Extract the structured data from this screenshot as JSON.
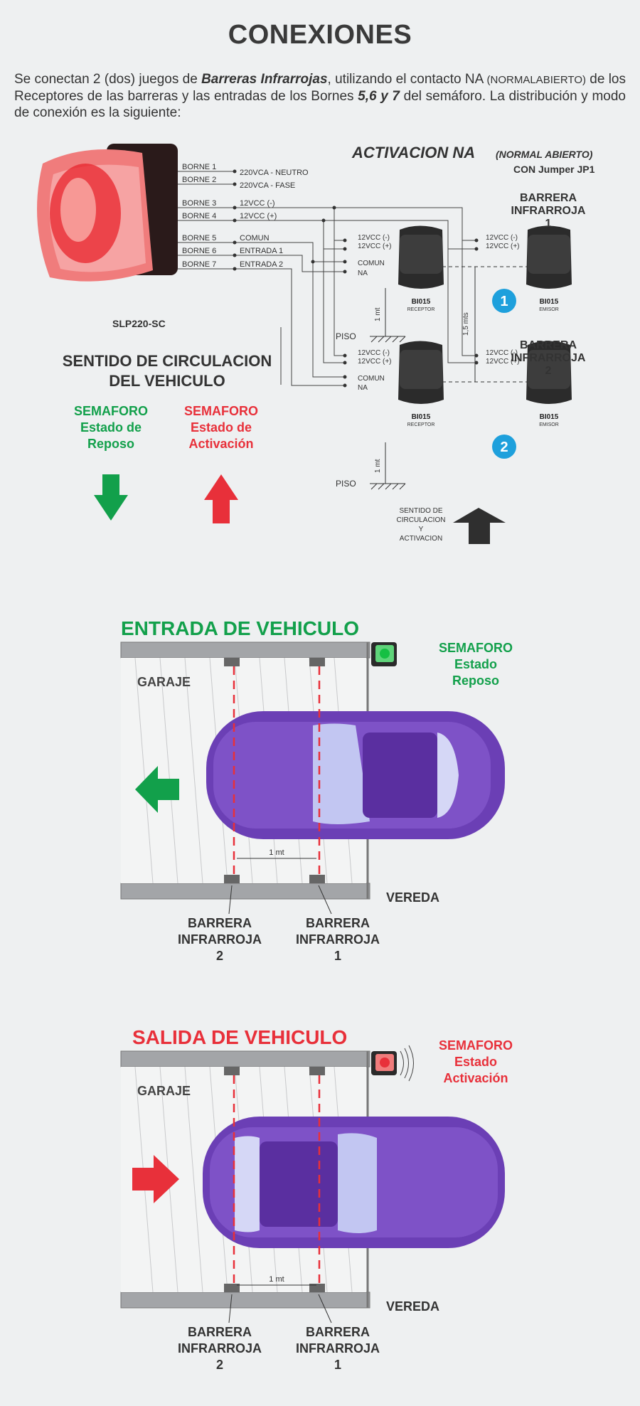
{
  "title": "CONEXIONES",
  "intro": {
    "p1": "Se conectan 2 (dos) juegos de ",
    "em1": "Barreras Infrarrojas",
    "p2": ", utilizando el contacto NA ",
    "small": "(NORMALABIERTO)",
    "p3": " de los Receptores de las barreras y las entradas de los Bornes ",
    "em2": "5,6 y 7",
    "p4": " del semáforo. La distribución y modo de conexión es la siguiente:"
  },
  "wiring": {
    "device_label": "SLP220-SC",
    "activation_title": "ACTIVACION NA",
    "activation_sub": "(NORMAL ABIERTO)",
    "jumper": "CON Jumper JP1",
    "bornes": [
      {
        "label": "BORNE 1",
        "signal": "220VCA - NEUTRO"
      },
      {
        "label": "BORNE 2",
        "signal": "220VCA - FASE"
      },
      {
        "label": "BORNE 3",
        "signal": "12VCC (-)"
      },
      {
        "label": "BORNE 4",
        "signal": "12VCC (+)"
      },
      {
        "label": "BORNE 5",
        "signal": "COMUN"
      },
      {
        "label": "BORNE 6",
        "signal": "ENTRADA 1"
      },
      {
        "label": "BORNE 7",
        "signal": "ENTRADA 2"
      }
    ],
    "terminal_neg": "12VCC (-)",
    "terminal_pos": "12VCC (+)",
    "terminal_com": "COMUN",
    "terminal_na": "NA",
    "barrier1_line1": "BARRERA",
    "barrier1_line2": "INFRARROJA",
    "barrier1_num": "1",
    "barrier2_line1": "BARRERA",
    "barrier2_line2": "INFRARROJA",
    "barrier2_num": "2",
    "model": "BI015",
    "receptor": "RECEPTOR",
    "emisor": "EMISOR",
    "badge1": "1",
    "badge2": "2",
    "height_label": "1 mt",
    "spacing_label": "1,5 mts",
    "floor": "PISO",
    "direction_line1": "SENTIDO DE",
    "direction_line2": "CIRCULACION",
    "direction_line3": "Y",
    "direction_line4": "ACTIVACION"
  },
  "sentido": {
    "title_line1": "SENTIDO DE CIRCULACION",
    "title_line2": "DEL VEHICULO",
    "rest_line1": "SEMAFORO",
    "rest_line2": "Estado de",
    "rest_line3": "Reposo",
    "act_line1": "SEMAFORO",
    "act_line2": "Estado de",
    "act_line3": "Activación"
  },
  "entrada": {
    "title": "ENTRADA DE VEHICULO",
    "garage": "GARAJE",
    "sidewalk": "VEREDA",
    "light_line1": "SEMAFORO",
    "light_line2": "Estado",
    "light_line3": "Reposo",
    "distance": "1 mt",
    "b2_line1": "BARRERA",
    "b2_line2": "INFRARROJA",
    "b2_num": "2",
    "b1_line1": "BARRERA",
    "b1_line2": "INFRARROJA",
    "b1_num": "1"
  },
  "salida": {
    "title": "SALIDA DE VEHICULO",
    "garage": "GARAJE",
    "sidewalk": "VEREDA",
    "light_line1": "SEMAFORO",
    "light_line2": "Estado",
    "light_line3": "Activación",
    "distance": "1 mt",
    "b2_line1": "BARRERA",
    "b2_line2": "INFRARROJA",
    "b2_num": "2",
    "b1_line1": "BARRERA",
    "b1_line2": "INFRARROJA",
    "b1_num": "1"
  },
  "colors": {
    "green": "#12a04b",
    "red": "#e8303a",
    "blue": "#1ea0dc",
    "purple": "#6b3fb5"
  }
}
